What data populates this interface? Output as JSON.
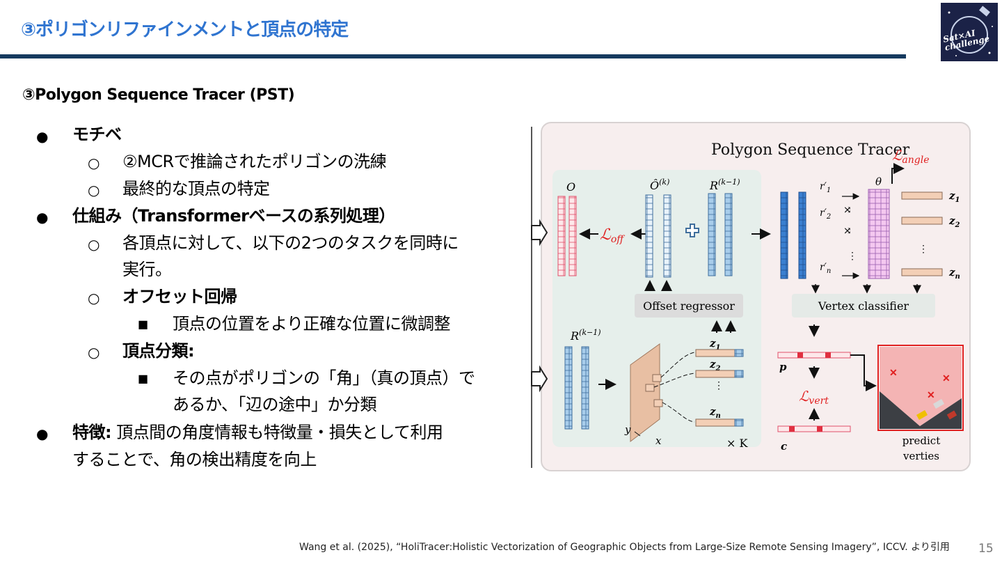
{
  "header": {
    "title": "③ポリゴンリファインメントと頂点の特定",
    "logo_text_line1": "Sat×AI",
    "logo_text_line2": "challenge"
  },
  "subtitle": "③Polygon Sequence Tracer (PST)",
  "bullets": {
    "b1": "モチベ",
    "b1_1": "②MCRで推論されたポリゴンの洗練",
    "b1_2": "最終的な頂点の特定",
    "b2": "仕組み（Transformerベースの系列処理）",
    "b2_1_line1": "各頂点に対して、以下の2つのタスクを同時に",
    "b2_1_line2": "実行。",
    "b2_2": "オフセット回帰",
    "b2_2_1": "頂点の位置をより正確な位置に微調整",
    "b2_3": "頂点分類:",
    "b2_3_1_line1": "その点がポリゴンの「角」（真の頂点）で",
    "b2_3_1_line2": "あるか、「辺の途中」か分類",
    "b3_bold": "特徴:",
    "b3_line1": " 頂点間の角度情報も特徴量・損失として利用",
    "b3_line2": "することで、角の検出精度を向上"
  },
  "diagram": {
    "title": "Polygon Sequence Tracer",
    "label_O": "O",
    "label_Ohat": "Ô",
    "label_Ohat_sup": "(k)",
    "label_R": "R",
    "label_R_sup": "(k−1)",
    "loss_off": "ℒ",
    "loss_off_sub": "off",
    "loss_angle": "ℒ",
    "loss_angle_sub": "angle",
    "loss_vert": "ℒ",
    "loss_vert_sub": "vert",
    "offset_regressor": "Offset regressor",
    "vertex_classifier": "Vertex classifier",
    "theta": "θ",
    "r1": "r′",
    "r1_sub": "1",
    "r2": "r′",
    "r2_sub": "2",
    "rn": "r′",
    "rn_sub": "n",
    "z1": "z",
    "z1_sub": "1",
    "z2": "z",
    "z2_sub": "2",
    "zn": "z",
    "zn_sub": "n",
    "p": "p",
    "c": "c",
    "x": "x",
    "y": "y",
    "times_K": "× K",
    "predict_line1": "predict",
    "predict_line2": "verties"
  },
  "caption": "Wang et al. (2025), “HoliTracer:Holistic Vectorization of Geographic Objects from Large-Size Remote Sensing Imagery”, ICCV. より引用",
  "page_number": "15",
  "colors": {
    "title_blue": "#2f74d0",
    "rule_navy": "#163a5f",
    "red_loss": "#e02020",
    "dark_blue_col": "#3a7fd0",
    "light_blue_col": "#a8cdeb",
    "panel_green": "#e6efeb",
    "panel_pink": "#f6e9e9"
  }
}
